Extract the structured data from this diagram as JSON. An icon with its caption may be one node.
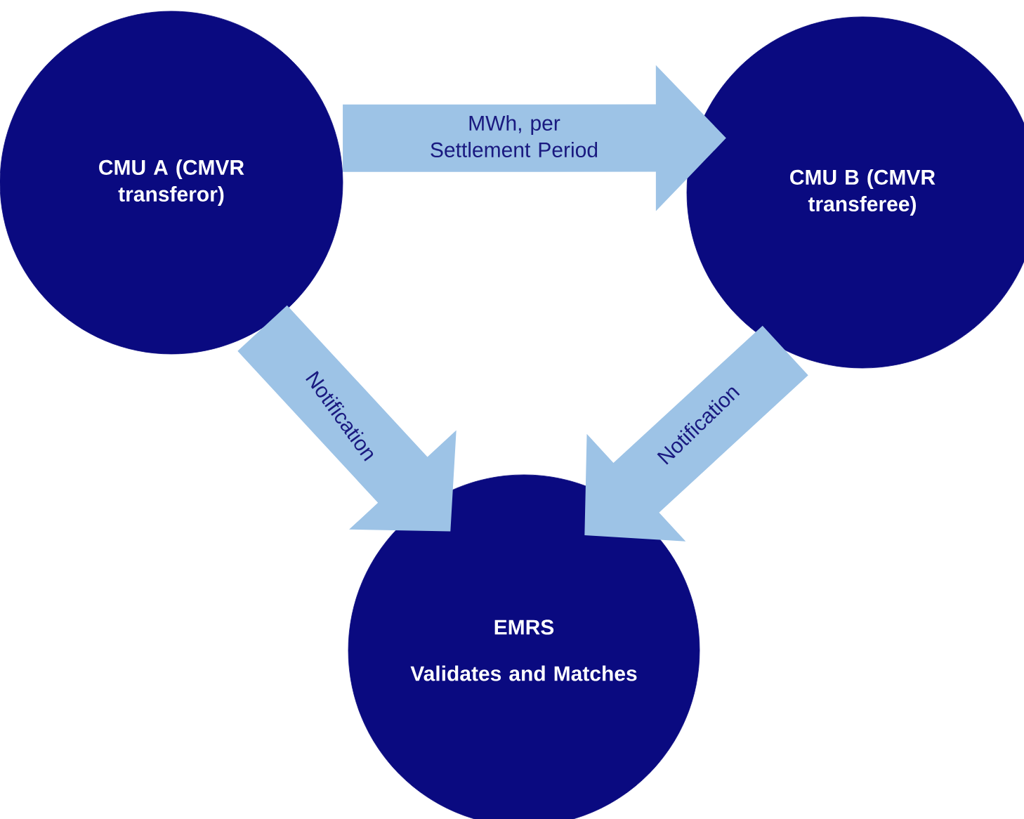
{
  "diagram": {
    "nodes": [
      {
        "text": [
          "CMU A (CMVR transferor)"
        ]
      },
      {
        "text": [
          "CMU B (CMVR transferee)"
        ]
      },
      {
        "text": [
          "EMRS",
          "Validates and Matches"
        ]
      }
    ],
    "edges": [
      {
        "from": 0,
        "to": 1,
        "arrow": "to",
        "label": "MWh, per Settlement Period"
      },
      {
        "from": 0,
        "to": 2,
        "arrow": "to",
        "label": "Notification"
      },
      {
        "from": 1,
        "to": 2,
        "arrow": "to",
        "label": "Notification"
      }
    ]
  }
}
